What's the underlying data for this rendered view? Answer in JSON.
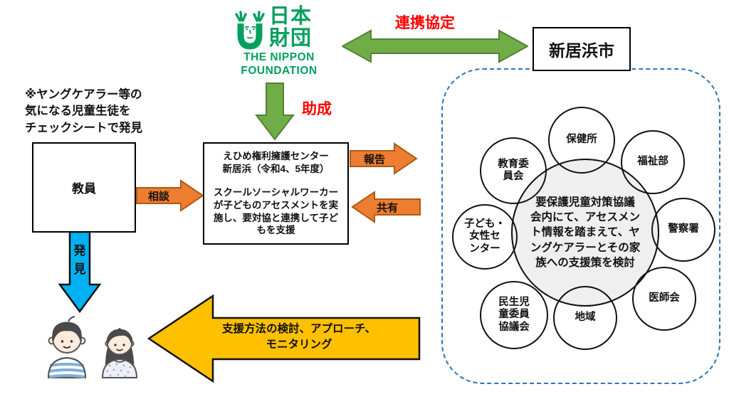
{
  "colors": {
    "brand_green": "#00A05E",
    "arrow_green": "#70AD47",
    "arrow_green_border": "#538135",
    "arrow_orange": "#ED7D31",
    "arrow_orange_border": "#AC5B15",
    "arrow_blue": "#00B0F0",
    "arrow_yellow": "#FFC000",
    "label_red": "#FF0000",
    "dashed_border_blue": "#2E75B6",
    "council_circle_fill": "#EFEFEF"
  },
  "logo": {
    "kanji_line1": "日本",
    "kanji_line2": "財団",
    "en_line1": "THE NIPPON",
    "en_line2": "FOUNDATION"
  },
  "top_flow": {
    "partnership_label": "連携協定",
    "city": "新居浜市",
    "grant_label": "助成"
  },
  "school_side": {
    "note": "※ヤングケアラー等の\n気になる児童生徒を\nチェックシートで発見",
    "teacher": "教員",
    "consult_label": "相談",
    "discover_label": "発\n見"
  },
  "center_box": {
    "title_line1": "えひめ権利擁護センター",
    "title_line2": "新居浜（令和4、5年度）",
    "body": "スクールソーシャルワーカー\nが子どものアセスメントを実\n施し、要対協と連携して子ど\nもを支援"
  },
  "council_flow": {
    "report_label": "報告",
    "share_label": "共有"
  },
  "support_arrow": {
    "text": "支援方法の検討、アプローチ、\nモニタリング"
  },
  "council": {
    "center_text": "要保護児童対策協議\n会内にて、アセスメン\nト情報を踏まえて、ヤ\nングケアラーとその家\n族への支援策を検討",
    "members": [
      {
        "label": "保健所"
      },
      {
        "label": "福祉部"
      },
      {
        "label": "警察署"
      },
      {
        "label": "医師会"
      },
      {
        "label": "地域"
      },
      {
        "label": "民生児\n童委員\n協議会"
      },
      {
        "label": "子ども・\n女性セ\nンター"
      },
      {
        "label": "教育委\n員会"
      }
    ]
  }
}
